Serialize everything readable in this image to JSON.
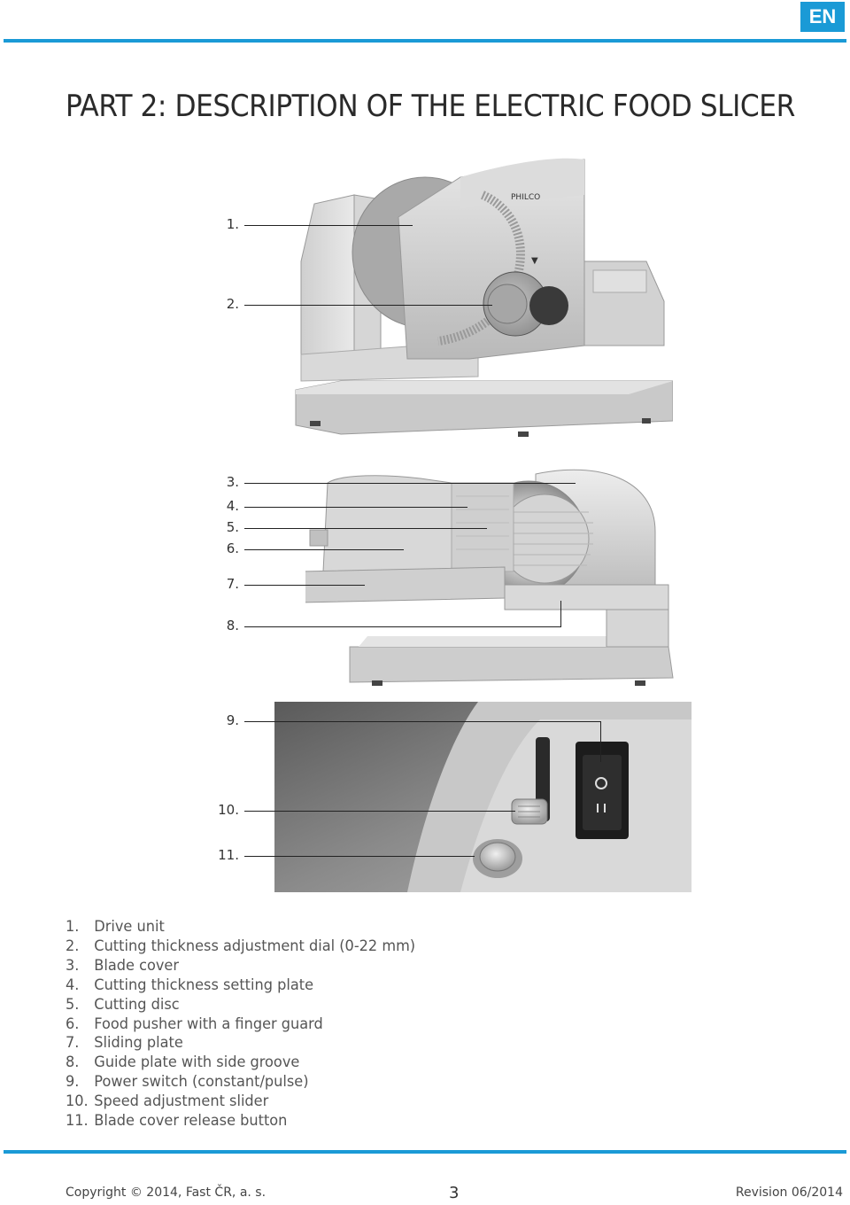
{
  "badge": {
    "label": "EN"
  },
  "title": "PART 2: DESCRIPTION OF THE ELECTRIC FOOD SLICER",
  "figure1": {
    "brand": "PHILCO",
    "callouts": [
      "1.",
      "2."
    ]
  },
  "figure2": {
    "callouts": [
      "3.",
      "4.",
      "5.",
      "6.",
      "7.",
      "8."
    ]
  },
  "figure3": {
    "callouts": [
      "9.",
      "10.",
      "11."
    ]
  },
  "legend": [
    {
      "num": "1.",
      "text": "Drive unit"
    },
    {
      "num": "2.",
      "text": "Cutting thickness adjustment dial (0-22 mm)"
    },
    {
      "num": "3.",
      "text": "Blade cover"
    },
    {
      "num": "4.",
      "text": "Cutting thickness setting plate"
    },
    {
      "num": "5.",
      "text": "Cutting disc"
    },
    {
      "num": "6.",
      "text": "Food pusher with a finger guard"
    },
    {
      "num": "7.",
      "text": "Sliding plate"
    },
    {
      "num": "8.",
      "text": "Guide plate with side groove"
    },
    {
      "num": "9.",
      "text": "Power switch (constant/pulse)"
    },
    {
      "num": "10.",
      "text": "Speed adjustment slider"
    },
    {
      "num": "11.",
      "text": "Blade cover release button"
    }
  ],
  "footer": {
    "copyright": "Copyright © 2014, Fast ČR, a. s.",
    "page": "3",
    "revision": "Revision 06/2014"
  },
  "colors": {
    "accent": "#1a9ad6"
  }
}
